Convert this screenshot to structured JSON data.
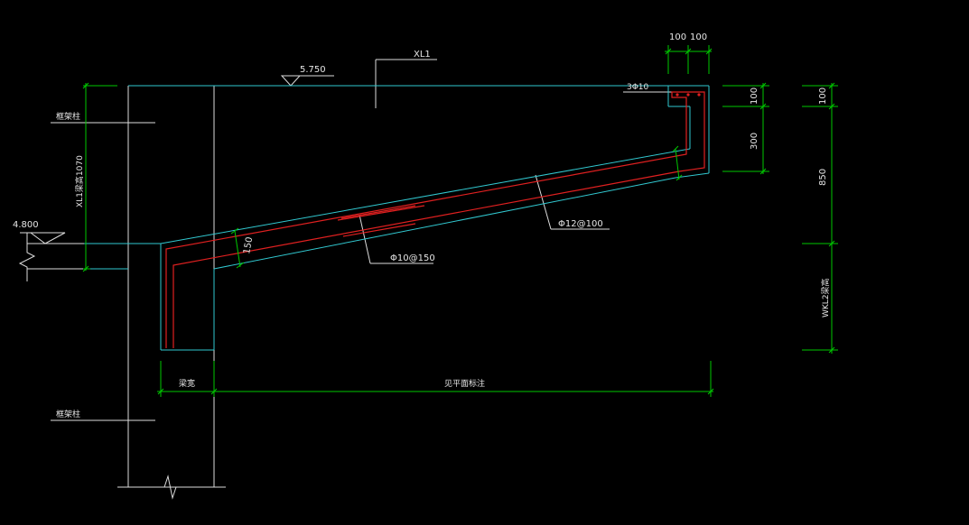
{
  "labels": {
    "xl_title": "XL1",
    "elev_top": "5.750",
    "elev_left": "4.800",
    "top_bars": "3Φ10",
    "bar_phi12": "Φ12@100",
    "bar_phi10": "Φ10@150",
    "dim_100_a": "100",
    "dim_100_b": "100",
    "dim_100_right": "100",
    "dim_300": "300",
    "dim_100_slab": "100",
    "dim_850": "850",
    "dim_150": "150",
    "frame_col_upper": "框架柱",
    "frame_col_lower": "框架柱",
    "xl1_height": "XL1梁高1070",
    "wkl2_height": "WKL2梁高",
    "beam_width": "梁宽",
    "see_plan": "见平面标注"
  },
  "colors": {
    "background": "#000000",
    "concrete_outline": "#31c8d0",
    "rebar": "#e02020",
    "dimension": "#00c800",
    "text": "#e6e6e6"
  }
}
